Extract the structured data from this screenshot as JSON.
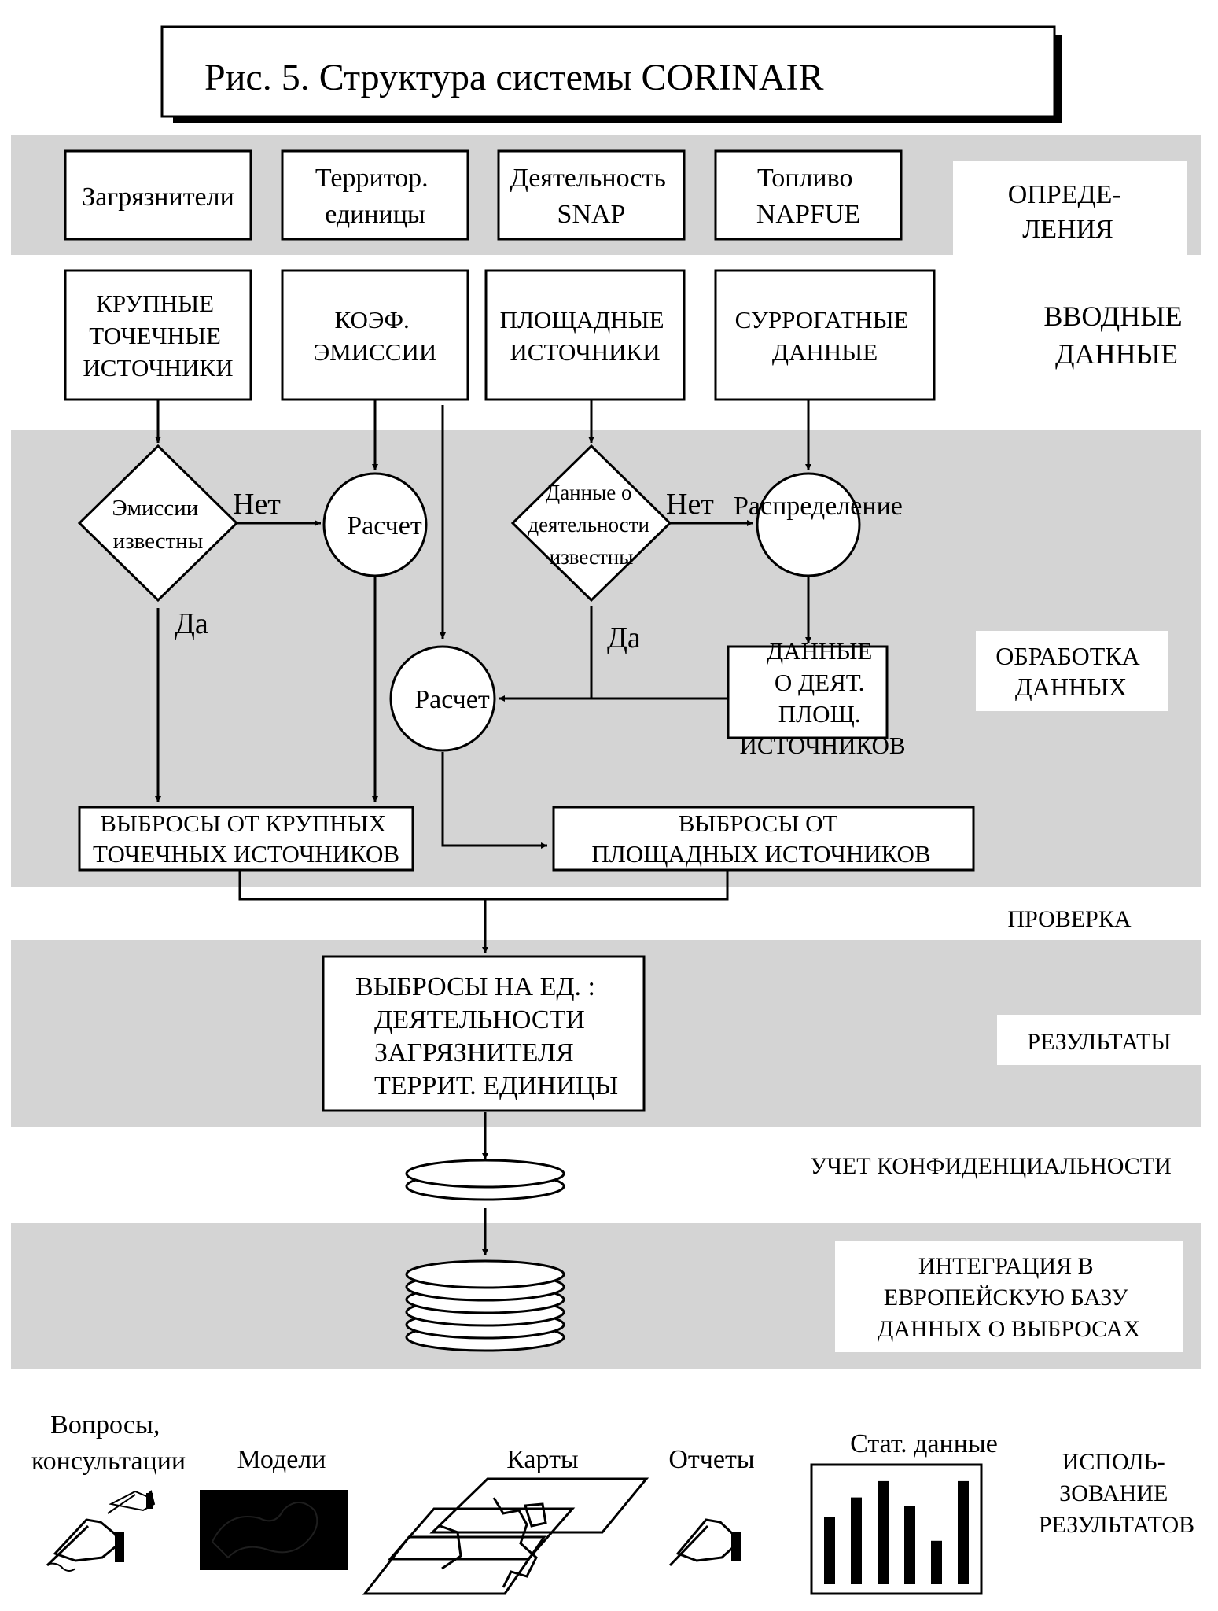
{
  "title": "Рис. 5. Структура системы CORINAIR",
  "sections": {
    "definitions": [
      "ОПРЕДЕ-",
      "ЛЕНИЯ"
    ],
    "input": [
      "ВВОДНЫЕ",
      "ДАННЫЕ"
    ],
    "processing": [
      "ОБРАБОТКА",
      "ДАННЫХ"
    ],
    "check": "ПРОВЕРКА",
    "results": "РЕЗУЛЬТАТЫ",
    "confidentiality": "УЧЕТ КОНФИДЕНЦИАЛЬНОСТИ",
    "integration": [
      "ИНТЕГРАЦИЯ В",
      "ЕВРОПЕЙСКУЮ БАЗУ",
      "ДАННЫХ О ВЫБРОСАХ"
    ],
    "usage": [
      "ИСПОЛЬ-",
      "ЗОВАНИЕ",
      "РЕЗУЛЬТАТОВ"
    ]
  },
  "definitions": {
    "pollutants": "Загрязнители",
    "territorial": [
      "Территор.",
      "единицы"
    ],
    "activity": [
      "Деятельность",
      "SNAP"
    ],
    "fuel": [
      "Топливо",
      "NAPFUE"
    ]
  },
  "inputs": {
    "large_point": [
      "КРУПНЫЕ",
      "ТОЧЕЧНЫЕ",
      "ИСТОЧНИКИ"
    ],
    "emission_factors": [
      "КОЭФ.",
      "ЭМИССИИ"
    ],
    "area_sources": [
      "ПЛОЩАДНЫЕ",
      "ИСТОЧНИКИ"
    ],
    "surrogate": [
      "СУРРОГАТНЫЕ",
      "ДАННЫЕ"
    ]
  },
  "processing": {
    "emissions_known": [
      "Эмиссии",
      "известны"
    ],
    "no_1": "Нет",
    "yes_1": "Да",
    "calc_1": "Расчет",
    "activity_known": [
      "Данные о",
      "деятельности",
      "известны"
    ],
    "no_2": "Нет",
    "yes_2": "Да",
    "distribution": "Распределение",
    "calc_2": "Расчет",
    "area_activity": [
      "ДАННЫЕ",
      "О ДЕЯТ.",
      "ПЛОЩ.",
      "ИСТОЧНИКОВ"
    ],
    "point_emissions": [
      "ВЫБРОСЫ ОТ КРУПНЫХ",
      "ТОЧЕЧНЫХ ИСТОЧНИКОВ"
    ],
    "area_emissions": [
      "ВЫБРОСЫ ОТ",
      "ПЛОЩАДНЫХ ИСТОЧНИКОВ"
    ]
  },
  "results_box": [
    "ВЫБРОСЫ НА ЕД. :",
    "ДЕЯТЕЛЬНОСТИ",
    "ЗАГРЯЗНИТЕЛЯ",
    "ТЕРРИТ. ЕДИНИЦЫ"
  ],
  "usage": {
    "questions": [
      "Вопросы,",
      "консультации"
    ],
    "models": "Модели",
    "maps": "Карты",
    "reports": "Отчеты",
    "stats": "Стат. данные"
  },
  "stats_bars": [
    0.62,
    0.8,
    0.95,
    0.72,
    0.4,
    0.95
  ],
  "colors": {
    "band": "#d4d4d4",
    "ink": "#000000",
    "paper": "#ffffff"
  }
}
